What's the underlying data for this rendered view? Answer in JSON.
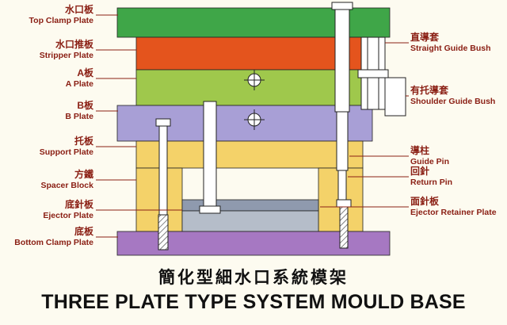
{
  "title": {
    "zh": "簡化型細水口系統模架",
    "en": "THREE PLATE TYPE SYSTEM MOULD BASE"
  },
  "labels_left": [
    {
      "zh": "水口板",
      "en": "Top Clamp Plate"
    },
    {
      "zh": "水口推板",
      "en": "Stripper Plate"
    },
    {
      "zh": "A板",
      "en": "A Plate"
    },
    {
      "zh": "B板",
      "en": "B Plate"
    },
    {
      "zh": "托板",
      "en": "Support Plate"
    },
    {
      "zh": "方鐵",
      "en": "Spacer Block"
    },
    {
      "zh": "底針板",
      "en": "Ejector Plate"
    },
    {
      "zh": "底板",
      "en": "Bottom Clamp Plate"
    }
  ],
  "labels_right": [
    {
      "zh": "直導套",
      "en": "Straight Guide Bush"
    },
    {
      "zh": "有托導套",
      "en": "Shoulder Guide Bush"
    },
    {
      "zh": "導柱",
      "en": "Guide Pin"
    },
    {
      "zh": "回針",
      "en": "Return Pin"
    },
    {
      "zh": "面針板",
      "en": "Ejector Retainer Plate"
    }
  ],
  "colors": {
    "page_background": "#fdfbf0",
    "label_text": "#8b2015",
    "leader_line": "#8b2015",
    "title_text": "#111111",
    "outline": "#222222",
    "pin_fill": "#ffffff",
    "top_clamp_plate": "#3fa648",
    "stripper_plate": "#e4541d",
    "a_plate": "#9fc84c",
    "b_plate": "#a89fd6",
    "support_plate": "#f4d269",
    "spacer_block": "#f4d269",
    "ejector_retainer_plate": "#8f9aae",
    "ejector_plate": "#b5bdc9",
    "bottom_clamp_plate": "#a678c2"
  }
}
